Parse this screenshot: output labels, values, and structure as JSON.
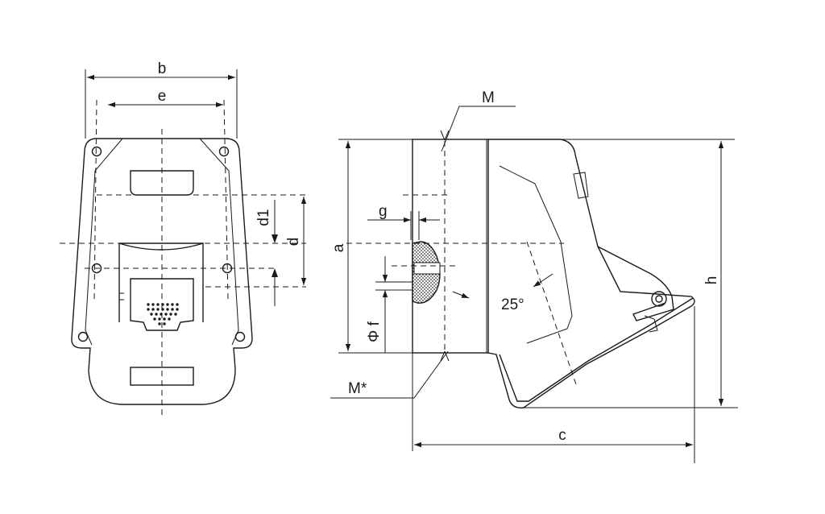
{
  "labels": {
    "b": "b",
    "e": "e",
    "d1": "d1",
    "d": "d",
    "M": "M",
    "g": "g",
    "a": "a",
    "phi_f": "Φ f",
    "angle": "25°",
    "M_star": "M*",
    "c": "c",
    "h": "h"
  },
  "colors": {
    "line": "#1a1a1a",
    "background": "#ffffff",
    "hatch": "#333333"
  }
}
